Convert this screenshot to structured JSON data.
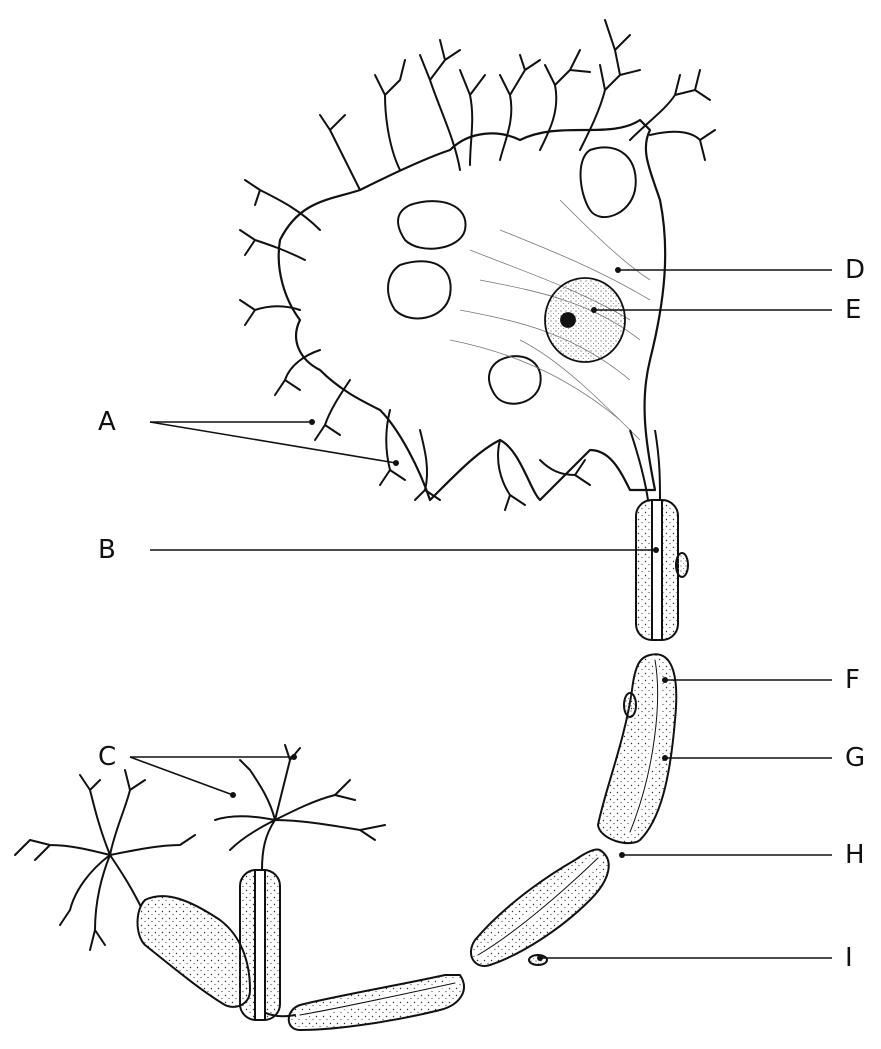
{
  "labels": {
    "A": "A",
    "B": "B",
    "C": "C",
    "D": "D",
    "E": "E",
    "F": "F",
    "G": "G",
    "H": "H",
    "I": "I"
  }
}
